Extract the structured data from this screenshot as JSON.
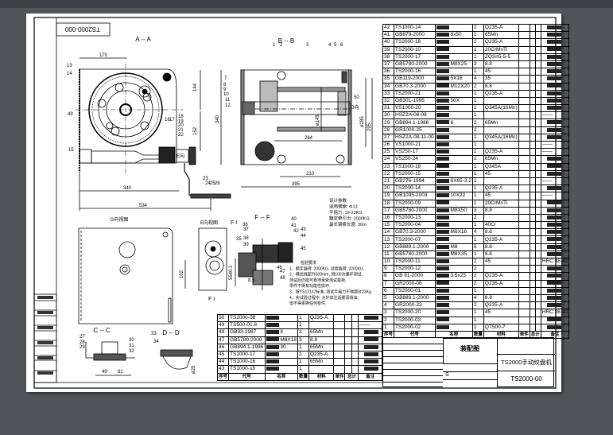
{
  "colors": {
    "background": "#50555a",
    "toolbar": "#3e4246",
    "paper": "#ffffff",
    "ink": "#000000"
  },
  "drawing": {
    "frame_code": "TS2000-000",
    "views": {
      "aa": "A -- A",
      "bb": "B -- B",
      "ff": "F -- F",
      "cc": "C -- C",
      "dd": "D -- D",
      "g_view": "G向视图",
      "e_view": "E向视图",
      "fi": "F I",
      "fi2": "F I",
      "e_dir": "E向",
      "g_dir": "G向"
    },
    "dims": {
      "d170": "170",
      "d144": "144",
      "d340a": "340",
      "d152": "152",
      "d340b": "340",
      "d534": "534",
      "d395": "395",
      "d210": "210",
      "d264": "264",
      "d145": "ø145",
      "d285": "ø285",
      "d295": "295",
      "d340c": "340",
      "d102": "102",
      "d49": "49",
      "d61": "61",
      "d25": "ø25",
      "d85": "8.5",
      "d5540": "5540.1"
    },
    "balloons": [
      "1",
      "2",
      "3",
      "4",
      "5",
      "6",
      "7",
      "8",
      "9",
      "10",
      "11",
      "12",
      "13",
      "14",
      "15",
      "16",
      "17",
      "18",
      "19",
      "20",
      "21",
      "22",
      "23",
      "24",
      "25",
      "26",
      "27",
      "28",
      "29",
      "30",
      "31",
      "32",
      "33",
      "34",
      "35",
      "36",
      "37",
      "38",
      "39",
      "40",
      "41",
      "42",
      "43",
      "44",
      "45",
      "46",
      "47",
      "48",
      "49",
      "50"
    ],
    "design_params": [
      "设计参数",
      "适用钢索: Φ13",
      "手摇力: 19-23KG",
      "额定牵引力: 2000KG",
      "最长钢索长度: 30m"
    ],
    "inspection": [
      "检验要求",
      "1、额定载荷: 2000KG, 试验载荷: 2200KG.",
      "2、横式挑起升500mm, 测100次循环测试,",
      "   测试后仍能可靠地承受测试载荷,",
      "   零件不得有功能性损坏.",
      "3、按YS13137标准, 测试手摇力不得超过23Kg.",
      "4、实试验过程中, 允许加注适量润滑油,",
      "   但不得更换任何零件."
    ]
  },
  "bom_main": {
    "rows": [
      [
        "42",
        "TS1000-14",
        "",
        "1",
        "Q235-A",
        ""
      ],
      [
        "41",
        "GB879-2000",
        "8x50",
        "1",
        "65Mn",
        ""
      ],
      [
        "40",
        "TS2000-18",
        "",
        "2",
        "Q235-A",
        ""
      ],
      [
        "39",
        "TS2000-10",
        "",
        "1",
        "20CrMnTi",
        ""
      ],
      [
        "38",
        "TS2000-17",
        "",
        "1",
        "ZQSn5-5-5",
        ""
      ],
      [
        "37",
        "GB5780-2000",
        "M8X25",
        "3",
        "8.8",
        ""
      ],
      [
        "36",
        "TS2000-16",
        "",
        "1",
        "45",
        ""
      ],
      [
        "35",
        "GB119-2000",
        "5X16",
        "4",
        "35",
        ""
      ],
      [
        "34",
        "GB70.3-2000",
        "M12X20",
        "2",
        "8.8",
        ""
      ],
      [
        "33",
        "TS2000-21",
        "",
        "1",
        "Q235-A",
        ""
      ],
      [
        "32",
        "GB301-1995",
        "50X",
        "1",
        "",
        ""
      ],
      [
        "31",
        "VS1000-20",
        "",
        "1",
        "Q345A(16Mn)",
        ""
      ],
      [
        "30",
        "HSZ2A-08-08",
        "",
        "1",
        "",
        "——"
      ],
      [
        "29",
        "GB894.1-1986",
        "8",
        "2",
        "65Mn",
        ""
      ],
      [
        "28",
        "GR1000-25",
        "",
        "2",
        "",
        ""
      ],
      [
        "27",
        "HSZ2A-08-11-00",
        "",
        "1",
        "Q345A(16Mn)",
        ""
      ],
      [
        "26",
        "VS1000-21",
        "",
        "1",
        "",
        "——"
      ],
      [
        "25",
        "VS250-17",
        "",
        "1",
        "Q235-A",
        "——"
      ],
      [
        "24",
        "VS250-24",
        "",
        "1",
        "65Mn",
        ""
      ],
      [
        "23",
        "TS1000-18",
        "",
        "1",
        "Q345A",
        ""
      ],
      [
        "22",
        "TS2000-15",
        "",
        "1",
        "45",
        ""
      ],
      [
        "21",
        "GB276-1994",
        "6X65-3.2",
        "1",
        "",
        "——"
      ],
      [
        "20",
        "TS2000-14",
        "",
        "1",
        "Q235-A",
        ""
      ],
      [
        "19",
        "GB1095-2003",
        "10X22",
        "1",
        "45",
        "——"
      ],
      [
        "18",
        "TS2000-09",
        "",
        "1",
        "20CrMnTi",
        ""
      ],
      [
        "17",
        "GB5780-2000",
        "M8X50",
        "3",
        "8.8",
        ""
      ],
      [
        "16",
        "TS2000-13",
        "",
        "2",
        "",
        ""
      ],
      [
        "15",
        "TS2000-04",
        "",
        "1",
        "40Cr",
        ""
      ],
      [
        "14",
        "GB70.3-2000",
        "M8X16",
        "4",
        "8.8",
        ""
      ],
      [
        "13",
        "TS2000-07",
        "",
        "1",
        "Q235-A",
        ""
      ],
      [
        "12",
        "GB889.1-2000",
        "M8",
        "5",
        "8.8",
        ""
      ],
      [
        "11",
        "GB5780-2000",
        "M8X35",
        "1",
        "8.8",
        ""
      ],
      [
        "10",
        "TS2000-11",
        "",
        "2",
        "45",
        "HRC:38-42"
      ],
      [
        "9",
        "TS2000-12",
        "",
        "2",
        "",
        ""
      ],
      [
        "8",
        "GB 91-2000",
        "3.5x25",
        "2",
        "Q235-A",
        ""
      ],
      [
        "7",
        "GR2000-06",
        "",
        "2",
        "Q235-A",
        ""
      ],
      [
        "6",
        "TS2000-01",
        "",
        "1",
        "",
        ""
      ],
      [
        "5",
        "GB889.1-2000",
        "",
        "4",
        "8.8",
        ""
      ],
      [
        "4",
        "GR2000-23",
        "",
        "2",
        "Q235-A",
        ""
      ],
      [
        "3",
        "TS2000-20",
        "",
        "1",
        "45",
        "HRC:28-32"
      ],
      [
        "2",
        "TS2000-03",
        "",
        "1",
        "",
        ""
      ],
      [
        "1",
        "TS2000-02",
        "",
        "1",
        "QT500-7",
        ""
      ]
    ],
    "header": [
      "序号",
      "代号",
      "名称",
      "数量",
      "材料",
      "单件",
      "总计",
      "备注"
    ]
  },
  "bom_small": {
    "rows": [
      [
        "50",
        "TS2000-08",
        "",
        "1",
        "Q235-A",
        ""
      ],
      [
        "49",
        "TS500-01.8",
        "",
        "2",
        "",
        "——"
      ],
      [
        "48",
        "GB93-1987",
        "8",
        "3",
        "65Mn",
        ""
      ],
      [
        "47",
        "GB5780-2000",
        "M8X18",
        "3",
        "8.8",
        ""
      ],
      [
        "46",
        "GB894.1-1986",
        "30",
        "1",
        "65Mn",
        ""
      ],
      [
        "45",
        "TS1000-17",
        "",
        "1",
        "Q235-A",
        ""
      ],
      [
        "44",
        "TS1000-16",
        "",
        "1",
        "65Mn",
        ""
      ],
      [
        "43",
        "TS1000-15",
        "",
        "1",
        "",
        ""
      ]
    ],
    "header": [
      "序号",
      "代号",
      "名称",
      "数量",
      "材料",
      "单件",
      "总计",
      "备注"
    ]
  },
  "title_block": {
    "assembly": "装配图",
    "product_name": "TS2000手动绞盘机",
    "drawing_no": "TS2000-00",
    "scale_label": "S"
  }
}
